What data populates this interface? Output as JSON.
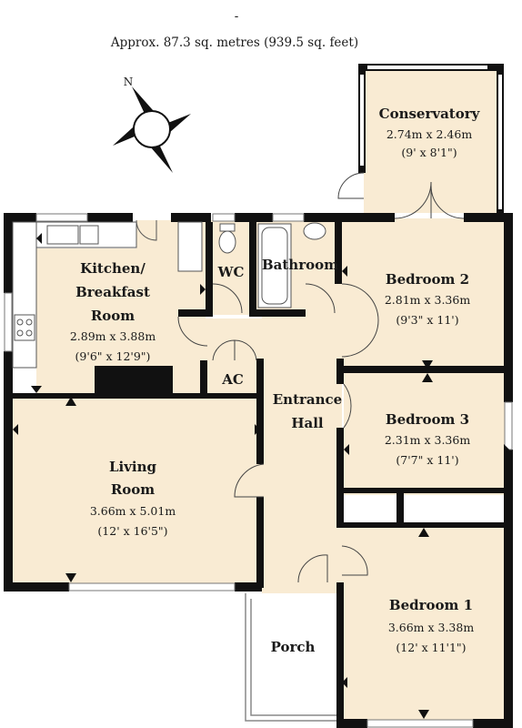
{
  "header": {
    "dash": "-",
    "area": "Approx.  87.3 sq. metres (939.5 sq. feet)"
  },
  "compass": {
    "label": "N"
  },
  "rooms": {
    "conservatory": {
      "name": "Conservatory",
      "metric": "2.74m x 2.46m",
      "imperial": "(9' x 8'1\")"
    },
    "kitchen": {
      "name_1": "Kitchen/",
      "name_2": "Breakfast",
      "name_3": "Room",
      "metric": "2.89m x 3.88m",
      "imperial": "(9'6\" x 12'9\")"
    },
    "wc": {
      "name": "WC"
    },
    "bathroom": {
      "name": "Bathroom"
    },
    "bedroom2": {
      "name": "Bedroom 2",
      "metric": "2.81m x 3.36m",
      "imperial": "(9'3\" x 11')"
    },
    "ac": {
      "name": "AC"
    },
    "hall": {
      "name_1": "Entrance",
      "name_2": "Hall"
    },
    "bedroom3": {
      "name": "Bedroom 3",
      "metric": "2.31m x 3.36m",
      "imperial": "(7'7\" x 11')"
    },
    "living": {
      "name_1": "Living",
      "name_2": "Room",
      "metric": "3.66m x 5.01m",
      "imperial": "(12' x 16'5\")"
    },
    "bedroom1": {
      "name": "Bedroom 1",
      "metric": "3.66m x 3.38m",
      "imperial": "(12' x 11'1\")"
    },
    "porch": {
      "name": "Porch"
    }
  },
  "colors": {
    "floor": "#f9ebd3",
    "wall": "#111111",
    "window": "#ffffff"
  }
}
